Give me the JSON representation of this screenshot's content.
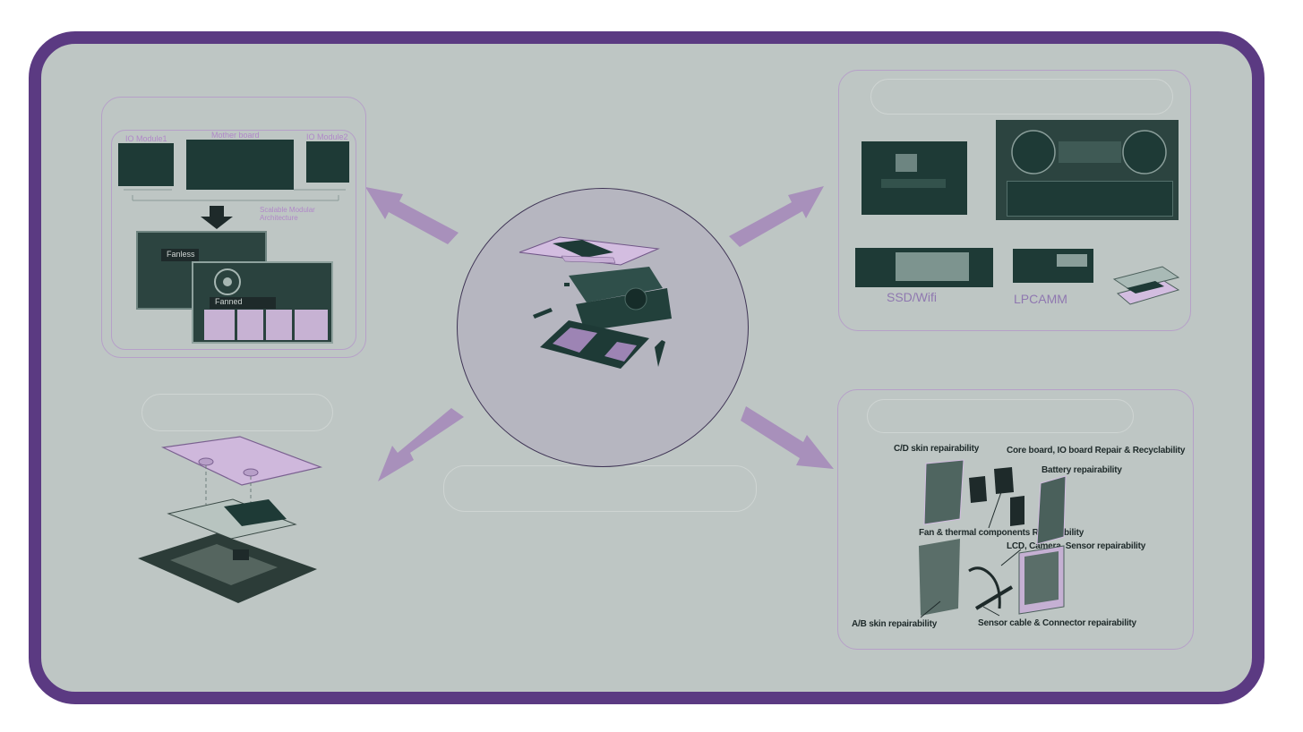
{
  "colors": {
    "frame_border": "#5b3a82",
    "background": "#bec6c4",
    "accent": "#a98bc0",
    "pcb": "#1e3a36",
    "label": "#b088c8"
  },
  "modular": {
    "io_module_1": "IO Module1",
    "mother_board": "Mother board",
    "io_module_2": "IO Module2",
    "architecture_line1": "Scalable Modular",
    "architecture_line2": "Architecture",
    "fanless": "Fanless",
    "fanned": "Fanned"
  },
  "components": {
    "ssd_wifi": "SSD/Wifi",
    "lpcamm": "LPCAMM"
  },
  "repairability": {
    "cd_skin": "C/D skin  repairability",
    "core_board": "Core board, IO board Repair & Recyclability",
    "battery": "Battery  repairability",
    "fan_thermal": "Fan & thermal components  Repairability",
    "lcd_camera": "LCD, Camera, Sensor  repairability",
    "ab_skin": "A/B skin  repairability",
    "sensor_cable": "Sensor cable & Connector repairability"
  },
  "icons": {
    "center": "exploded-laptop-icon",
    "bottom_left": "exploded-module-icon",
    "arrow": "arrow-icon"
  }
}
